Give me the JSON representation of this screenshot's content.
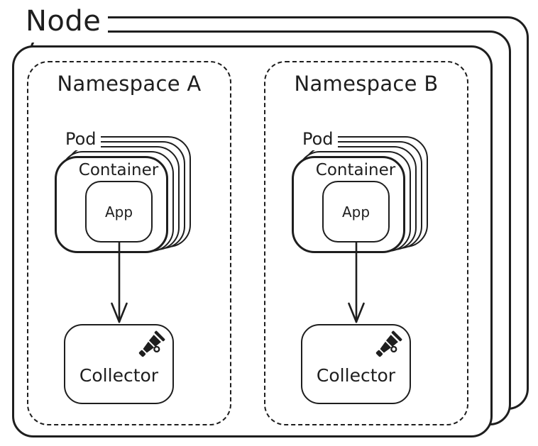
{
  "node": {
    "label": "Node",
    "namespaces": [
      {
        "label": "Namespace A",
        "pod_label": "Pod",
        "container_label": "Container",
        "app_label": "App",
        "collector_label": "Collector"
      },
      {
        "label": "Namespace B",
        "pod_label": "Pod",
        "container_label": "Container",
        "app_label": "App",
        "collector_label": "Collector"
      }
    ]
  },
  "icons": {
    "collector_badge": "telescope-icon",
    "flow": "down-arrow"
  },
  "colors": {
    "stroke": "#1e1e1e",
    "background": "#ffffff"
  }
}
